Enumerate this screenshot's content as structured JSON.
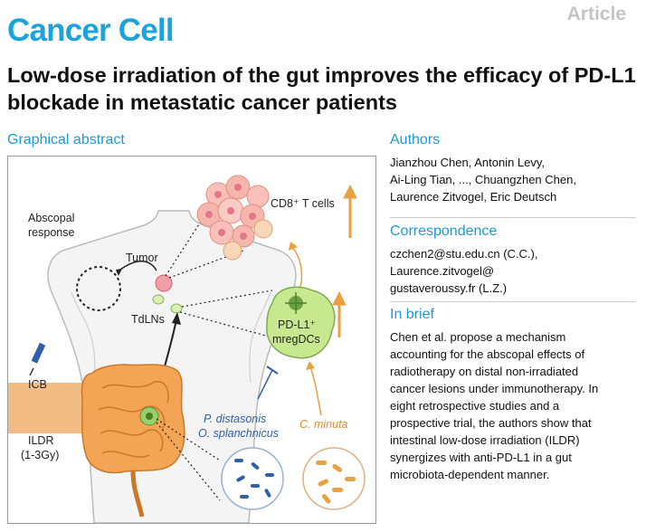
{
  "header": {
    "journal": "Cancer Cell",
    "article_type": "Article",
    "title": "Low-dose irradiation of the gut improves the efficacy of PD-L1 blockade in metastatic cancer patients"
  },
  "graphical_abstract": {
    "heading": "Graphical abstract",
    "labels": {
      "cd8": "CD8⁺ T cells",
      "abscopal_1": "Abscopal",
      "abscopal_2": "response",
      "tumor": "Tumor",
      "tdlns": "TdLNs",
      "pdl1_1": "PD-L1⁺",
      "pdl1_2": "mregDCs",
      "icb": "ICB",
      "p_distasonis": "P. distasonis",
      "o_splanchnicus": "O. splanchnicus",
      "c_minuta": "C. minuta",
      "ildr_1": "ILDR",
      "ildr_2": "(1-3Gy)"
    },
    "colors": {
      "tumor": "#f4a6a6",
      "dc_cell": "#cfe89a",
      "skin": "#f2f2f2",
      "gut": "#f0a050",
      "arrow_orange": "#e8a040",
      "bacteria_blue": "#3060a8"
    }
  },
  "authors": {
    "heading": "Authors",
    "lines": [
      "Jianzhou Chen, Antonin Levy,",
      "Ai-Ling Tian, ..., Chuangzhen Chen,",
      "Laurence Zitvogel, Eric Deutsch"
    ]
  },
  "correspondence": {
    "heading": "Correspondence",
    "lines": [
      "czchen2@stu.edu.cn (C.C.),",
      "Laurence.zitvogel@",
      "gustaveroussy.fr (L.Z.)"
    ]
  },
  "in_brief": {
    "heading": "In brief",
    "lines": [
      "Chen et al. propose a mechanism",
      "accounting for the abscopal effects of",
      "radiotherapy on distal non-irradiated",
      "cancer lesions under immunotherapy. In",
      "eight retrospective studies and a",
      "prospective trial, the authors show that",
      "intestinal low-dose irradiation (ILDR)",
      "synergizes with anti-PD-L1 in a gut",
      "microbiota-dependent manner."
    ]
  }
}
